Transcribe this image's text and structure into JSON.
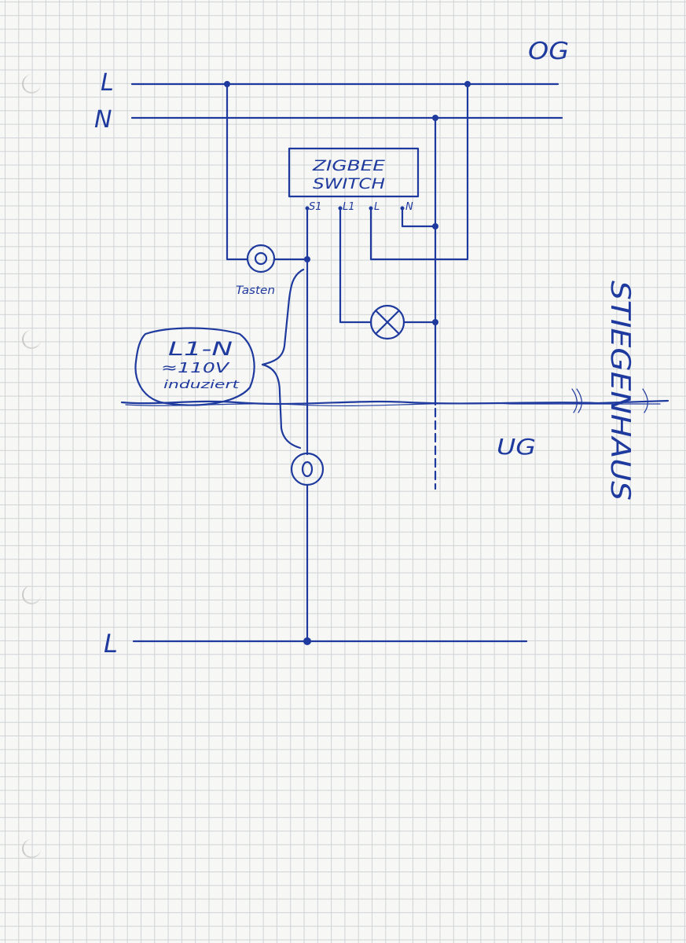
{
  "labels": {
    "upper_floor": "OG",
    "lower_floor": "UG",
    "stairwell": "STIEGENHAUS",
    "line_L_top": "L",
    "line_N_top": "N",
    "line_L_bottom": "L",
    "device_line1": "ZIGBEE",
    "device_line2": "SWITCH",
    "terminal_s1": "S1",
    "terminal_l1": "L1",
    "terminal_l": "L",
    "terminal_n": "N",
    "button_label": "Tasten",
    "note_line1": "L1-N",
    "note_line2": "≈110V",
    "note_line3": "induziert"
  },
  "colors": {
    "ink": "#1f3a9e",
    "grid": "#cfd3d6",
    "paper": "#f7f7f5"
  }
}
